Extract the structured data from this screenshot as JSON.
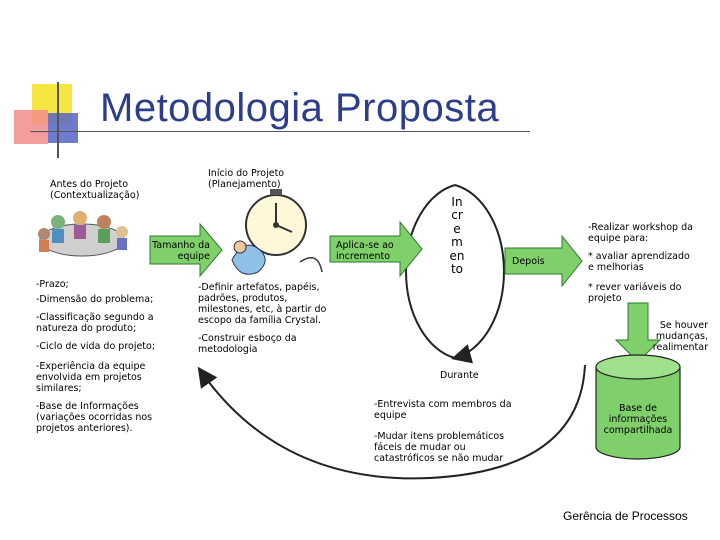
{
  "title": "Metodologia Proposta",
  "footer": "Gerência de Processos",
  "colors": {
    "title": "#2c3e8a",
    "arrow": "#7fcf6a",
    "arrow_stroke": "#2e7a2e",
    "cylinder": "#7fcf6a"
  },
  "icons": [
    "meeting-clipart-icon",
    "clock-clipart-icon"
  ],
  "antes": {
    "heading": "Antes do Projeto\n(Contextualização)",
    "items": [
      "-Prazo;",
      "-Dimensão do problema;",
      "-Classificação segundo a\nnatureza do produto;",
      "-Ciclo de vida do projeto;",
      "-Experiência da equipe\nenvolvida em projetos\nsimilares;",
      "-Base de Informações\n(variações ocorridas nos\nprojetos anteriores)."
    ]
  },
  "inicio": {
    "heading": "Início do Projeto\n(Planejamento)",
    "items": [
      "-Definir artefatos, papéis,\npadrões, produtos,\nmilestones, etc, à partir do\nescopo da família Crystal.",
      "-Construir esboço da\nmetodologia"
    ]
  },
  "arrows": {
    "tamanho": "Tamanho da\nequipe",
    "aplica": "Aplica-se ao\nincremento",
    "depois": "Depois",
    "realimentar": "Se houver\nmudanças,\nrealimentar"
  },
  "incremento": "Incremento",
  "durante": {
    "label": "Durante",
    "items": [
      "-Entrevista  com membros da\nequipe",
      "-Mudar itens problemáticos\nfáceis de mudar ou\ncatastróficos se não mudar"
    ]
  },
  "depois_panel": {
    "items": [
      "-Realizar workshop da\nequipe para:",
      "   * avaliar aprendizado\ne melhorias",
      "   * rever variáveis do\nprojeto"
    ]
  },
  "base": "Base de\ninformações\ncompartilhada"
}
